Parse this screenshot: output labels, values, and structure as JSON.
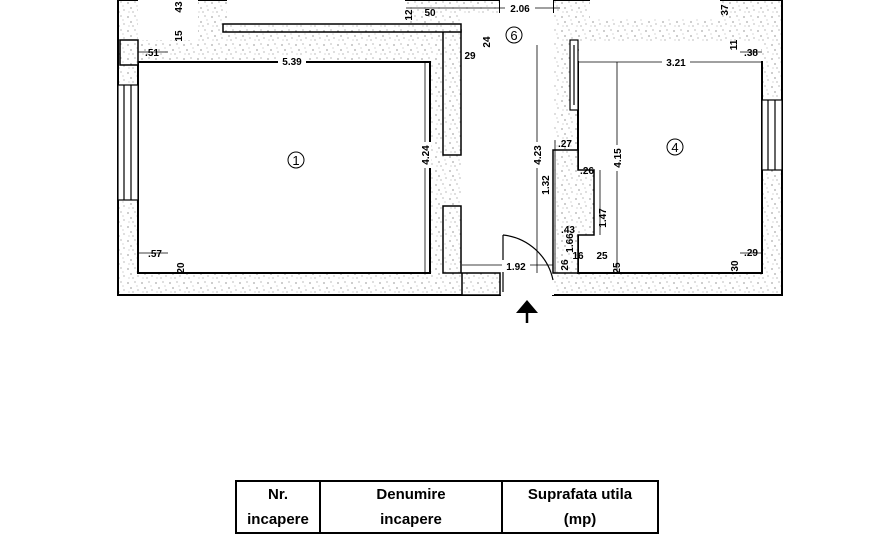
{
  "plan": {
    "rooms": [
      {
        "number": "1"
      },
      {
        "number": "4"
      },
      {
        "number": "6"
      }
    ],
    "dimensions": [
      "5.39",
      "4.24",
      ".51",
      ".57",
      "20",
      "15",
      "43",
      "50",
      "2.06",
      "24",
      "29",
      "12",
      "3.21",
      ".38",
      "37",
      "11",
      "4.15",
      "4.23",
      "1.32",
      "1.47",
      ".27",
      ".26",
      ".43",
      "1.66",
      "1.92",
      "16",
      "25",
      "25",
      "26",
      "30",
      ".29"
    ]
  },
  "table": {
    "headers": [
      {
        "line1": "Nr.",
        "line2": "incapere"
      },
      {
        "line1": "Denumire",
        "line2": "incapere"
      },
      {
        "line1": "Suprafata utila",
        "line2": "(mp)"
      }
    ]
  }
}
